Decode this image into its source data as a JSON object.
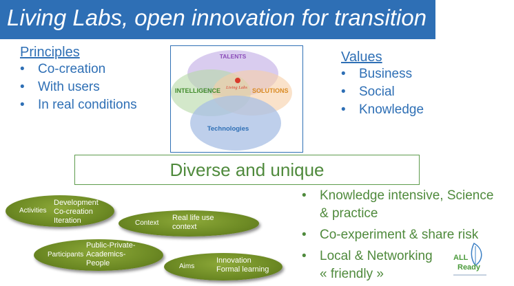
{
  "title": "Living Labs, open innovation for transition",
  "principles": {
    "heading": "Principles",
    "items": [
      "Co-creation",
      "With users",
      "In real conditions"
    ]
  },
  "values": {
    "heading": "Values",
    "items": [
      "Business",
      "Social",
      "Knowledge"
    ]
  },
  "venn": {
    "talents": "TALENTS",
    "intelligence": "INTELLIGENCE",
    "solutions": "SOLUTIONS",
    "technologies": "Technologies",
    "center": "Living Labs"
  },
  "diverse": "Diverse and unique",
  "ellipses": [
    {
      "label": "Activities",
      "text": [
        "Development",
        "Co-creation",
        "Iteration"
      ]
    },
    {
      "label": "Context",
      "text": [
        "Real life use",
        "context"
      ]
    },
    {
      "label": "Participants",
      "text": [
        "Public-Private-",
        "Academics-",
        "People"
      ]
    },
    {
      "label": "Aims",
      "text": [
        "Innovation",
        "Formal learning"
      ]
    }
  ],
  "features": [
    [
      "Knowledge intensive, Science",
      "& practice"
    ],
    [
      "Co-experiment & share risk"
    ],
    [
      "Local & Networking",
      "« friendly »"
    ]
  ],
  "colors": {
    "brand_blue": "#2e6fb5",
    "brand_green": "#4f8a3c",
    "red_dot": "#d93a2b"
  },
  "logo": {
    "icon": "leaf-icon",
    "line1": "ALL",
    "line2": "Ready"
  }
}
